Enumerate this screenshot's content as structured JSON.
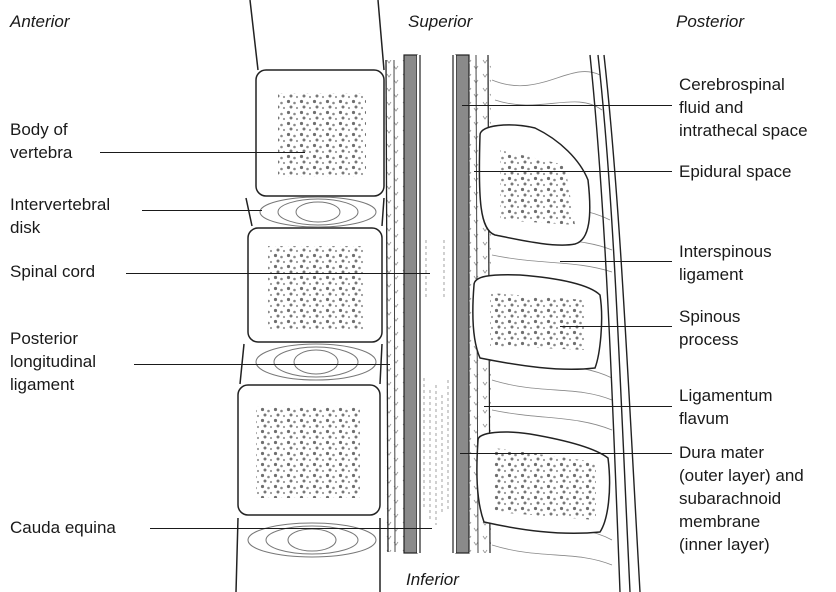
{
  "directions": {
    "anterior": "Anterior",
    "superior": "Superior",
    "posterior": "Posterior",
    "inferior": "Inferior"
  },
  "labels_left": [
    "Body of\nvertebra",
    "Intervertebral\ndisk",
    "Spinal cord",
    "Posterior\nlongitudinal\nligament",
    "Cauda equina"
  ],
  "labels_right": [
    "Cerebrospinal\nfluid and\nintrathecal space",
    "Epidural space",
    "Interspinous\nligament",
    "Spinous\nprocess",
    "Ligamentum\nflavum",
    "Dura mater\n(outer layer) and\nsubarachnoid\nmembrane\n(inner layer)"
  ]
}
